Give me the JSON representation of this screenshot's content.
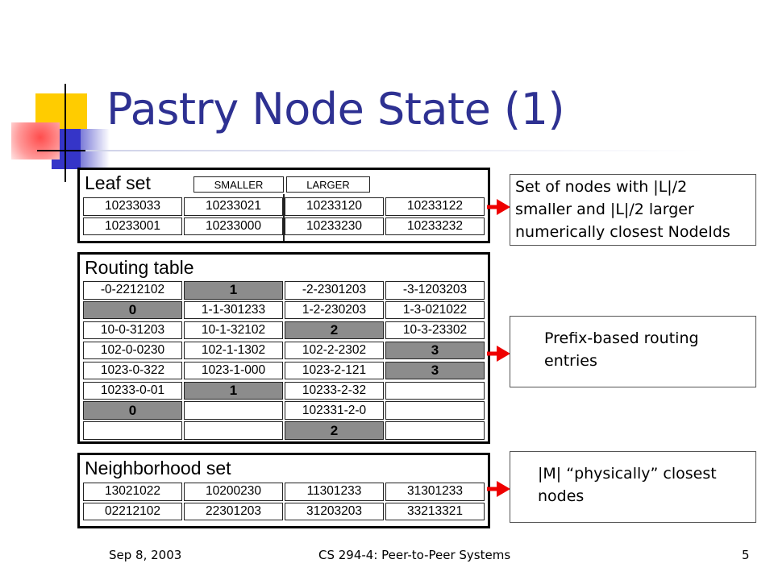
{
  "slide": {
    "title": "Pastry Node State (1)",
    "footer_date": "Sep 8, 2003",
    "footer_course": "CS 294-4: Peer-to-Peer Systems",
    "page_number": "5"
  },
  "leaf_set": {
    "title": "Leaf set",
    "smaller_label": "SMALLER",
    "larger_label": "LARGER",
    "rows": [
      [
        "10233033",
        "10233021",
        "10233120",
        "10233122"
      ],
      [
        "10233001",
        "10233000",
        "10233230",
        "10233232"
      ]
    ]
  },
  "routing_table": {
    "title": "Routing table",
    "rows": [
      [
        "-0-2212102",
        "1",
        "-2-2301203",
        "-3-1203203"
      ],
      [
        "0",
        "1-1-301233",
        "1-2-230203",
        "1-3-021022"
      ],
      [
        "10-0-31203",
        "10-1-32102",
        "2",
        "10-3-23302"
      ],
      [
        "102-0-0230",
        "102-1-1302",
        "102-2-2302",
        "3"
      ],
      [
        "1023-0-322",
        "1023-1-000",
        "1023-2-121",
        "3"
      ],
      [
        "10233-0-01",
        "1",
        "10233-2-32",
        ""
      ],
      [
        "0",
        "",
        "102331-2-0",
        ""
      ],
      [
        "",
        "",
        "2",
        ""
      ]
    ],
    "shaded": [
      [
        false,
        true,
        false,
        false
      ],
      [
        true,
        false,
        false,
        false
      ],
      [
        false,
        false,
        true,
        false
      ],
      [
        false,
        false,
        false,
        true
      ],
      [
        false,
        false,
        false,
        true
      ],
      [
        false,
        true,
        false,
        false
      ],
      [
        true,
        false,
        false,
        false
      ],
      [
        false,
        false,
        true,
        false
      ]
    ]
  },
  "neighborhood_set": {
    "title": "Neighborhood set",
    "rows": [
      [
        "13021022",
        "10200230",
        "11301233",
        "31301233"
      ],
      [
        "02212102",
        "22301203",
        "31203203",
        "33213321"
      ]
    ]
  },
  "callouts": {
    "leaf": [
      "Set of nodes with |L|/2",
      "smaller and |L|/2 larger",
      "numerically closest NodeIds"
    ],
    "routing": [
      "Prefix-based routing",
      "entries"
    ],
    "neighborhood": [
      "|M| “physically” closest",
      "nodes"
    ]
  },
  "colors": {
    "title": "#2e3192",
    "deco_yellow": "#ffcc00",
    "deco_blue": "#3333cc",
    "deco_red": "#ff3333",
    "arrow_red": "#ee0000",
    "shaded_cell": "#8c8c8c"
  }
}
